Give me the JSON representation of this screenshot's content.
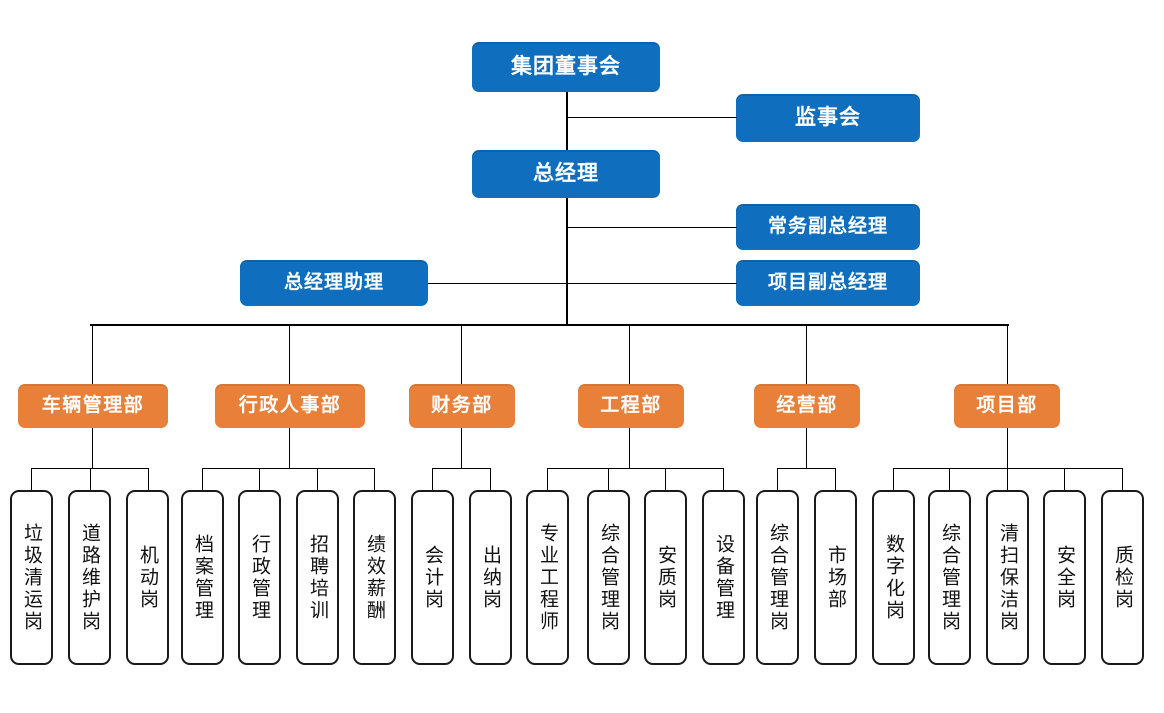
{
  "chart": {
    "type": "org-chart",
    "title": "",
    "colors": {
      "executive": "#0f6fbe",
      "department": "#e8803a",
      "leaf_border": "#1a1a1a",
      "connector": "#000000",
      "background": "#ffffff"
    }
  },
  "executive": {
    "board": {
      "label": "集团董事会"
    },
    "supervisory": {
      "label": "监事会"
    },
    "general_manager": {
      "label": "总经理"
    },
    "executive_deputy": {
      "label": "常务副总经理"
    },
    "project_deputy": {
      "label": "项目副总经理"
    },
    "assistant": {
      "label": "总经理助理"
    }
  },
  "departments": [
    {
      "label": "车辆管理部",
      "positions": [
        {
          "label": "垃圾清运岗"
        },
        {
          "label": "道路维护岗"
        },
        {
          "label": "机动岗"
        }
      ]
    },
    {
      "label": "行政人事部",
      "positions": [
        {
          "label": "档案管理"
        },
        {
          "label": "行政管理"
        },
        {
          "label": "招聘培训"
        },
        {
          "label": "绩效薪酬"
        }
      ]
    },
    {
      "label": "财务部",
      "positions": [
        {
          "label": "会计岗"
        },
        {
          "label": "出纳岗"
        }
      ]
    },
    {
      "label": "工程部",
      "positions": [
        {
          "label": "专业工程师"
        },
        {
          "label": "综合管理岗"
        },
        {
          "label": "安质岗"
        },
        {
          "label": "设备管理"
        }
      ]
    },
    {
      "label": "经营部",
      "positions": [
        {
          "label": "综合管理岗"
        },
        {
          "label": "市场部"
        }
      ]
    },
    {
      "label": "项目部",
      "positions": [
        {
          "label": "数字化岗"
        },
        {
          "label": "综合管理岗"
        },
        {
          "label": "清扫保洁岗"
        },
        {
          "label": "安全岗"
        },
        {
          "label": "质检岗"
        }
      ]
    }
  ]
}
